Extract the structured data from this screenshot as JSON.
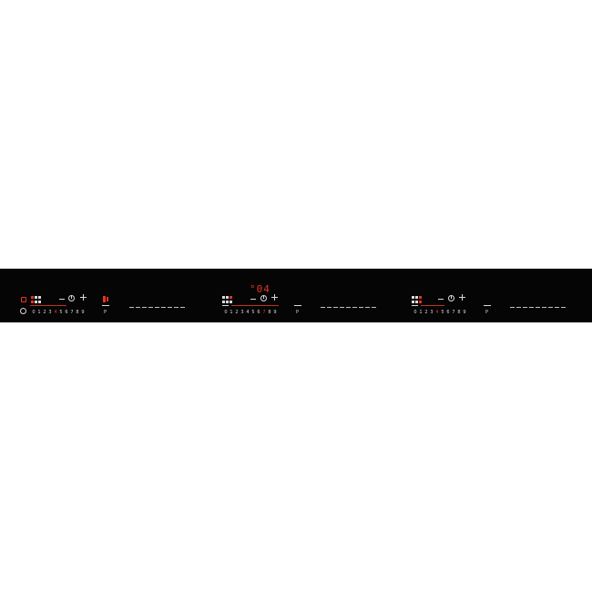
{
  "panel": {
    "colors": {
      "background": "#050506",
      "accent": "#e5341f",
      "symbol": "#d8d8d8"
    }
  },
  "zones": [
    {
      "id": "zone-1",
      "icons": [
        "lock-icon",
        "info-icon",
        "zone-grid-icon",
        "timer-icon",
        "bridge-icon"
      ],
      "minus_label": "",
      "plus_label": "",
      "scale": [
        "0",
        "1",
        "2",
        "3",
        "4",
        "5",
        "6",
        "7",
        "8",
        "9"
      ],
      "active_level": 4,
      "p_label": "P"
    },
    {
      "id": "zone-2",
      "display": "°04",
      "icons": [
        "zone-grid-icon",
        "timer-icon"
      ],
      "scale": [
        "0",
        "1",
        "2",
        "3",
        "4",
        "5",
        "6",
        "7",
        "8",
        "9"
      ],
      "active_level": 7,
      "p_label": "P"
    },
    {
      "id": "zone-3",
      "icons": [
        "zone-grid-icon",
        "timer-icon"
      ],
      "scale": [
        "0",
        "1",
        "2",
        "3",
        "4",
        "5",
        "6",
        "7",
        "8",
        "9"
      ],
      "active_level": 4,
      "p_label": "P"
    }
  ]
}
